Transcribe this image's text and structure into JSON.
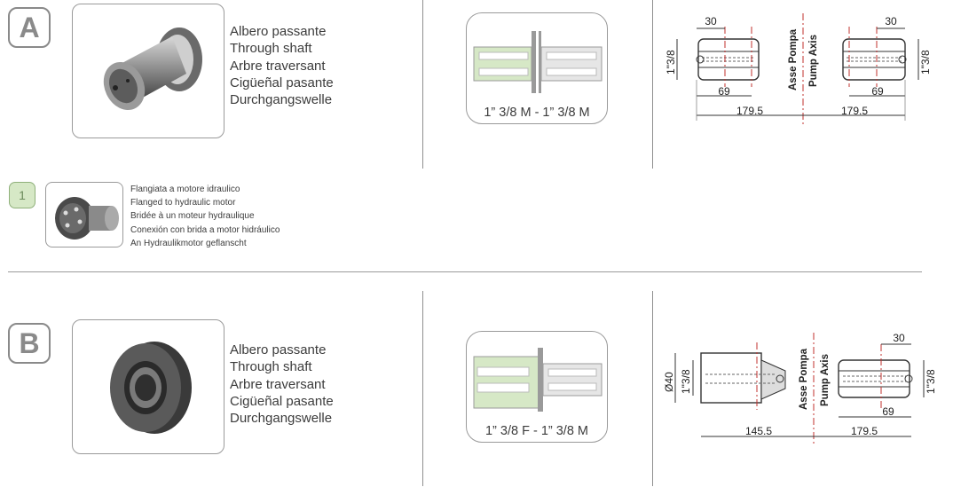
{
  "section_a": {
    "letter": "A",
    "descriptions": [
      "Albero passante",
      "Through shaft",
      "Arbre traversant",
      "Cigüeñal pasante",
      "Durchgangswelle"
    ],
    "shaft_label": "1” 3/8 M - 1” 3/8 M",
    "drawing": {
      "dim_left_top": "30",
      "dim_right_top": "30",
      "dim_left_side": "1\"3/8",
      "dim_right_side": "1\"3/8",
      "dim_left_inner": "69",
      "dim_right_inner": "69",
      "dim_left_total": "179.5",
      "dim_right_total": "179.5",
      "axis_label_1": "Asse Pompa",
      "axis_label_2": "Pump Axis"
    }
  },
  "option_1": {
    "number": "1",
    "descriptions": [
      "Flangiata a motore idraulico",
      "Flanged to hydraulic motor",
      "Bridée à un moteur hydraulique",
      "Conexión con brida a motor hidráulico",
      "An Hydraulikmotor geflanscht"
    ]
  },
  "section_b": {
    "letter": "B",
    "descriptions": [
      "Albero passante",
      "Through shaft",
      "Arbre traversant",
      "Cigüeñal pasante",
      "Durchgangswelle"
    ],
    "shaft_label": "1” 3/8 F - 1” 3/8 M",
    "drawing": {
      "dim_right_top": "30",
      "dim_left_diam": "Ø40",
      "dim_left_side": "1\"3/8",
      "dim_right_side": "1\"3/8",
      "dim_right_inner": "69",
      "dim_left_total": "145.5",
      "dim_right_total": "179.5",
      "axis_label_1": "Asse Pompa",
      "axis_label_2": "Pump Axis"
    }
  },
  "colors": {
    "frame": "#9a9a9a",
    "accent_green": "#d6e8c6",
    "axis_red": "#c0302e"
  }
}
